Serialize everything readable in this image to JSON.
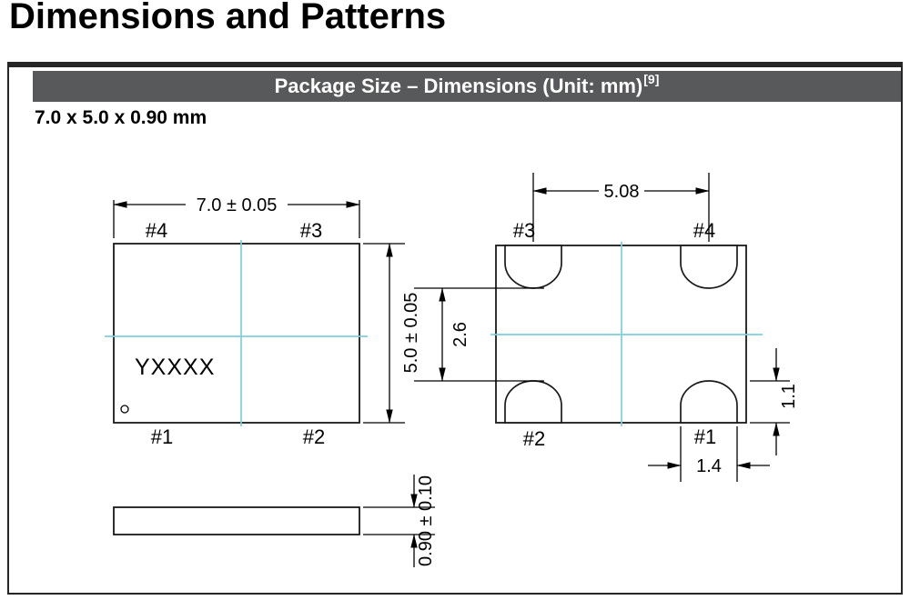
{
  "title": "Dimensions and Patterns",
  "header": {
    "label": "Package Size – Dimensions (Unit: mm)",
    "footnote_ref": "[9]"
  },
  "package_size": "7.0 x 5.0 x 0.90 mm",
  "package_view": {
    "marking": "YXXXX",
    "dim_width": "7.0 ± 0.05",
    "dim_height": "5.0 ± 0.05",
    "dim_thickness": "0.90 ± 0.10",
    "pin_top_left": "#4",
    "pin_top_right": "#3",
    "pin_bottom_left": "#1",
    "pin_bottom_right": "#2"
  },
  "land_pattern": {
    "dim_pad_pitch": "5.08",
    "dim_pad_gap": "2.6",
    "dim_pad_height": "1.1",
    "dim_pad_width": "1.4",
    "pin_top_left": "#3",
    "pin_top_right": "#4",
    "pin_bottom_left": "#2",
    "pin_bottom_right": "#1"
  },
  "colors": {
    "header_bg": "#58595b",
    "crosshair": "#7ecfe0",
    "line": "#000000"
  }
}
